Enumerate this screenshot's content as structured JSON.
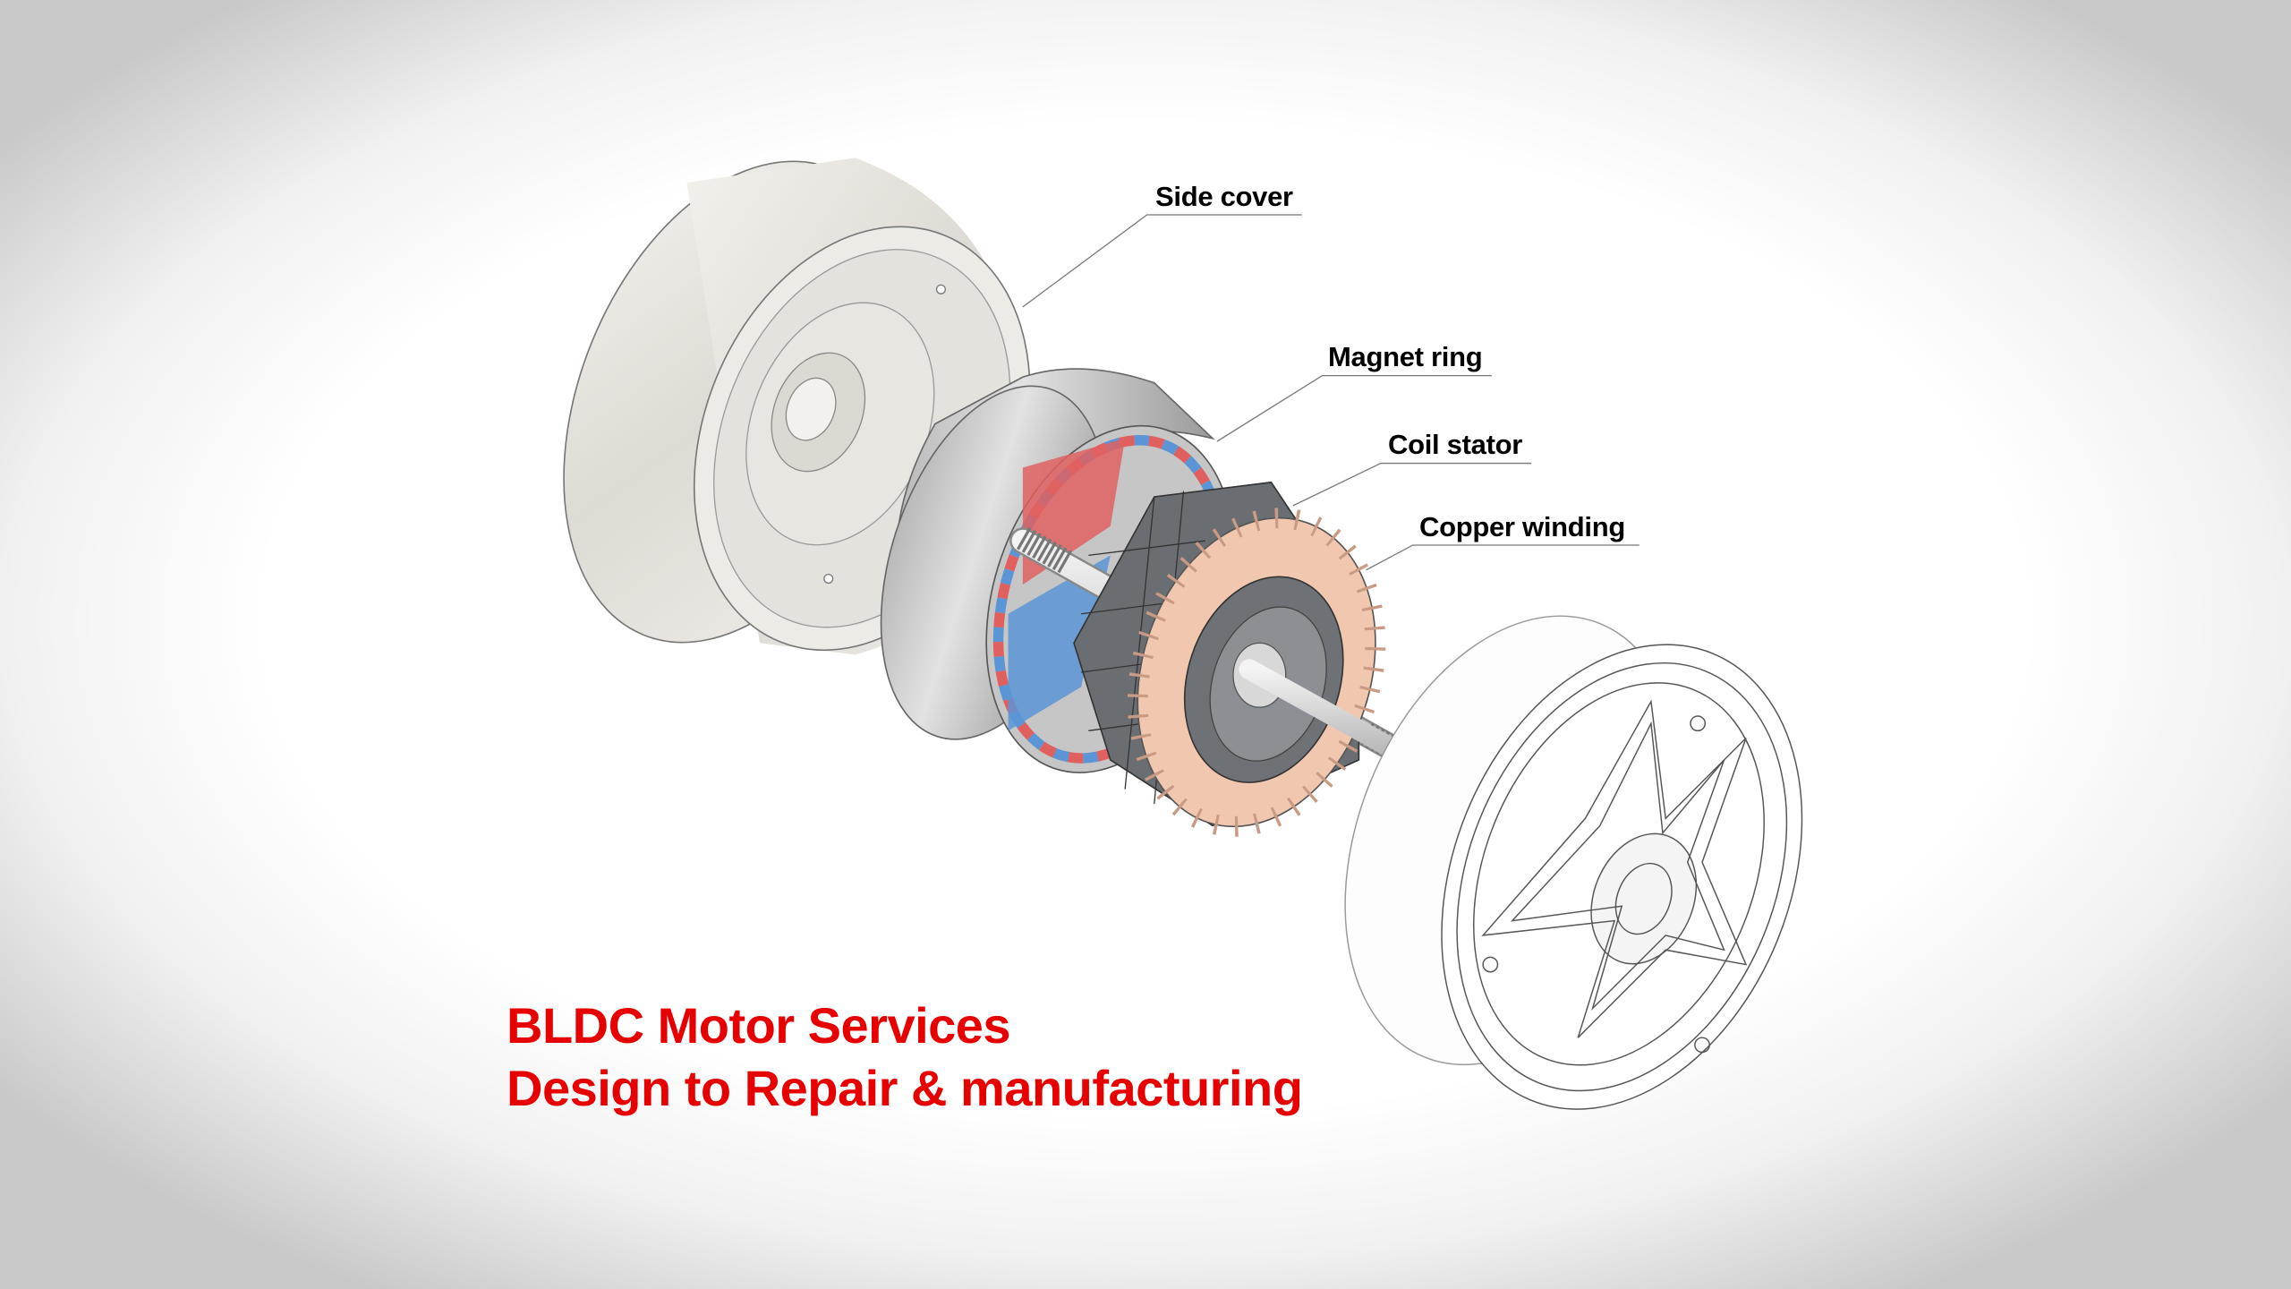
{
  "callouts": {
    "side_cover": "Side cover",
    "magnet_ring": "Magnet ring",
    "coil_stator": "Coil stator",
    "copper_winding": "Copper winding"
  },
  "headline": {
    "line1": "BLDC Motor Services",
    "line2": "Design to Repair & manufacturing"
  },
  "colors": {
    "headline": "#e60000",
    "magnet_red": "#e06060",
    "magnet_blue": "#5b95d6",
    "copper": "#f2c7b0",
    "stator_steel": "#5e6266"
  }
}
